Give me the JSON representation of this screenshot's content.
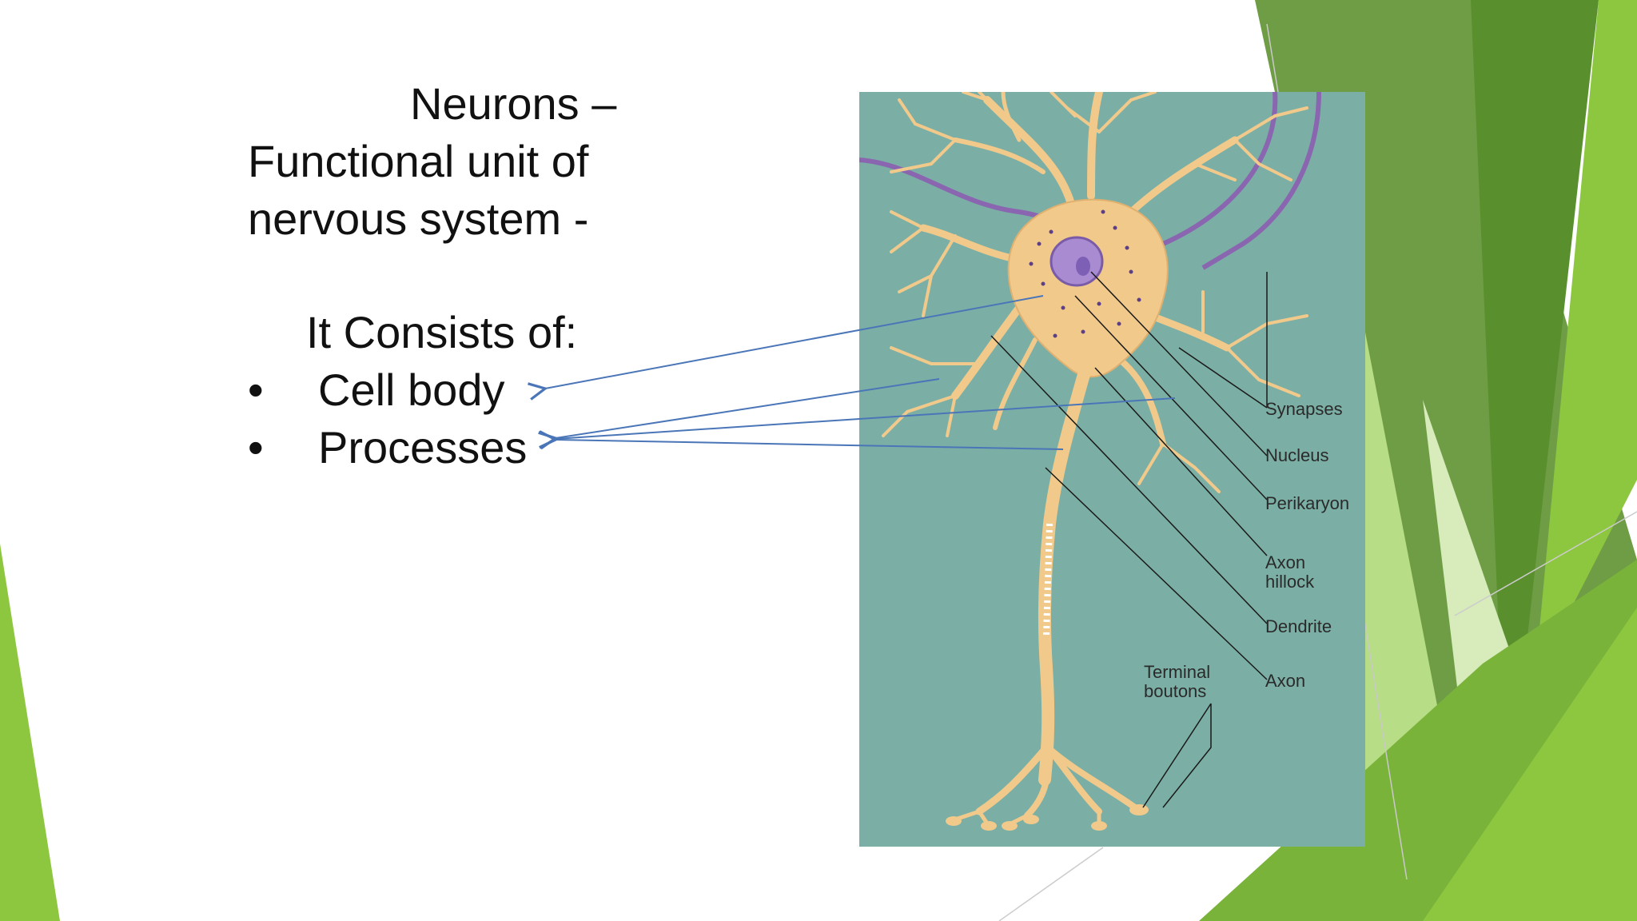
{
  "slide": {
    "title_lines": [
      "Neurons –",
      "Functional unit of",
      "nervous  system -"
    ],
    "consists": "It Consists of:",
    "bullets": [
      "Cell body",
      "Processes"
    ],
    "bullet_glyph": "•"
  },
  "diagram": {
    "labels": {
      "synapses": "Synapses",
      "nucleus": "Nucleus",
      "perikaryon": "Perikaryon",
      "axon_hillock_1": "Axon",
      "axon_hillock_2": "hillock",
      "dendrite": "Dendrite",
      "axon": "Axon",
      "terminal_1": "Terminal",
      "terminal_2": "boutons"
    },
    "colors": {
      "background": "#7bafa5",
      "cell": "#f1c98b",
      "nucleus": "#a88bd0",
      "nucleolus": "#7e5fb6",
      "fiber": "#8a66b0",
      "pointer": "#4a76b8"
    }
  },
  "decor_colors": [
    "#8dc63f",
    "#6aa336",
    "#5a8f2e",
    "#b7dd86"
  ]
}
